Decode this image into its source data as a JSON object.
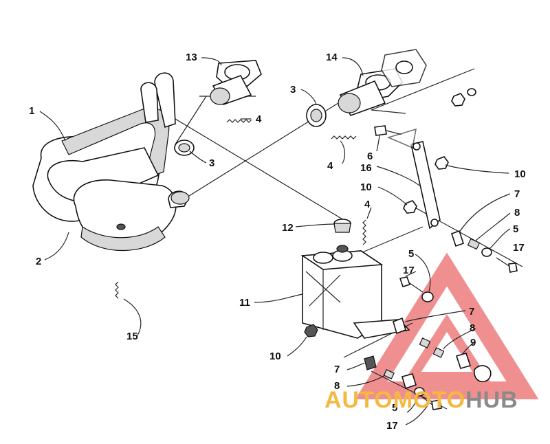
{
  "callouts": [
    {
      "id": "c1",
      "text": "1"
    },
    {
      "id": "c2",
      "text": "2"
    },
    {
      "id": "c3a",
      "text": "3"
    },
    {
      "id": "c3b",
      "text": "3"
    },
    {
      "id": "c4a",
      "text": "4"
    },
    {
      "id": "c4b",
      "text": "4"
    },
    {
      "id": "c4c",
      "text": "4"
    },
    {
      "id": "c5a",
      "text": "5"
    },
    {
      "id": "c5b",
      "text": "5"
    },
    {
      "id": "c5c",
      "text": "5"
    },
    {
      "id": "c6",
      "text": "6"
    },
    {
      "id": "c7a",
      "text": "7"
    },
    {
      "id": "c7b",
      "text": "7"
    },
    {
      "id": "c7c",
      "text": "7"
    },
    {
      "id": "c8a",
      "text": "8"
    },
    {
      "id": "c8b",
      "text": "8"
    },
    {
      "id": "c8c",
      "text": "8"
    },
    {
      "id": "c9",
      "text": "9"
    },
    {
      "id": "c10a",
      "text": "10"
    },
    {
      "id": "c10b",
      "text": "10"
    },
    {
      "id": "c10c",
      "text": "10"
    },
    {
      "id": "c11",
      "text": "11"
    },
    {
      "id": "c12",
      "text": "12"
    },
    {
      "id": "c13",
      "text": "13"
    },
    {
      "id": "c14",
      "text": "14"
    },
    {
      "id": "c15",
      "text": "15"
    },
    {
      "id": "c16",
      "text": "16"
    },
    {
      "id": "c17a",
      "text": "17"
    },
    {
      "id": "c17b",
      "text": "17"
    },
    {
      "id": "c17c",
      "text": "17"
    }
  ],
  "watermark": {
    "part1": "AUTOMOTO",
    "part2": "HUB",
    "color_primary": "#f4b942",
    "color_secondary": "#8a8a8a",
    "triangle_color": "#ec6a6a"
  }
}
